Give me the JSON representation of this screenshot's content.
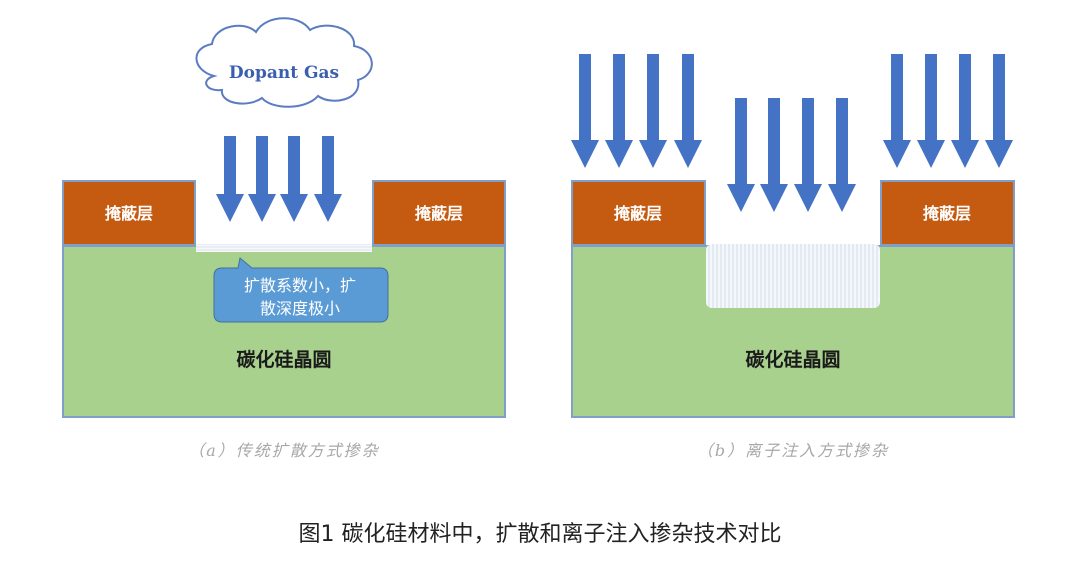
{
  "panel_a": {
    "cloud_label": "Dopant Gas",
    "mask_left_label": "掩蔽层",
    "mask_right_label": "掩蔽层",
    "wafer_label": "碳化硅晶圆",
    "callout_line1": "扩散系数小，扩",
    "callout_line2": "散深度极小",
    "caption": "（a）传统扩散方式掺杂"
  },
  "panel_b": {
    "mask_left_label": "掩蔽层",
    "mask_right_label": "掩蔽层",
    "wafer_label": "碳化硅晶圆",
    "caption": "（b）离子注入方式掺杂"
  },
  "figure_caption": "图1  碳化硅材料中，扩散和离子注入掺杂技术对比",
  "colors": {
    "wafer": "#a9d18e",
    "mask": "#c55a11",
    "arrow": "#4472c4",
    "callout": "#5b9bd5",
    "outline": "#7f9fc8"
  }
}
